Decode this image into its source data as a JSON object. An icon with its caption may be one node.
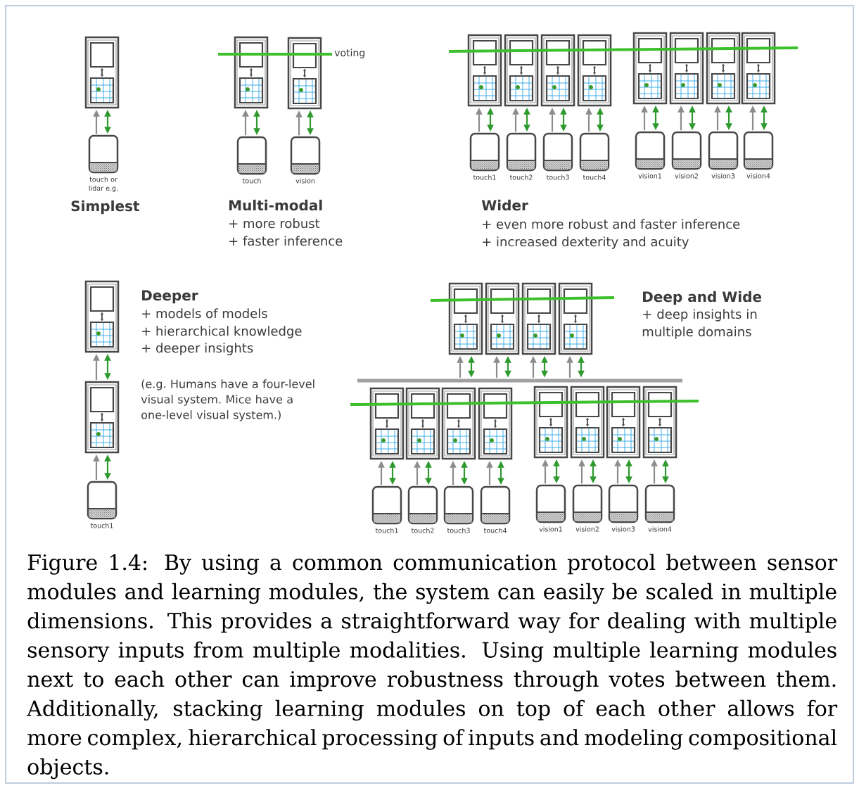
{
  "diagram": {
    "caption": "Figure 1.4: By using a common communication protocol between sensor modules and learning modules, the system can easily be scaled in multiple dimensions. This provides a straightforward way for dealing with multiple sensory inputs from multiple modalities. Using multiple learning modules next to each other can improve robustness through votes between them. Additionally, stacking learning modules on top of each other allows for more complex, hierarchical processing of inputs and modeling compositional objects.",
    "nodes": [
      {
        "text": [],
        "shape": "box"
      },
      {
        "text": [],
        "shape": "box",
        "beside": [
          "touch or lidar e.g."
        ]
      },
      {
        "text": [],
        "shape": "box"
      },
      {
        "text": [],
        "shape": "box"
      },
      {
        "text": [],
        "shape": "box",
        "beside": [
          "touch"
        ]
      },
      {
        "text": [],
        "shape": "box",
        "beside": [
          "vision"
        ]
      },
      {
        "text": [],
        "shape": "box"
      },
      {
        "text": [],
        "shape": "box"
      },
      {
        "text": [],
        "shape": "box"
      },
      {
        "text": [],
        "shape": "box"
      },
      {
        "text": [],
        "shape": "box"
      },
      {
        "text": [],
        "shape": "box"
      },
      {
        "text": [],
        "shape": "box"
      },
      {
        "text": [],
        "shape": "box"
      },
      {
        "text": [],
        "shape": "box",
        "beside": [
          "touch1"
        ]
      },
      {
        "text": [],
        "shape": "box",
        "beside": [
          "touch2"
        ]
      },
      {
        "text": [],
        "shape": "box",
        "beside": [
          "touch3"
        ]
      },
      {
        "text": [],
        "shape": "box",
        "beside": [
          "touch4"
        ]
      },
      {
        "text": [],
        "shape": "box",
        "beside": [
          "vision1"
        ]
      },
      {
        "text": [],
        "shape": "box",
        "beside": [
          "vision2"
        ]
      },
      {
        "text": [],
        "shape": "box",
        "beside": [
          "vision3"
        ]
      },
      {
        "text": [],
        "shape": "box",
        "beside": [
          "vision4"
        ]
      },
      {
        "text": [],
        "shape": "box"
      },
      {
        "text": [],
        "shape": "box"
      },
      {
        "text": [],
        "shape": "box",
        "beside": [
          "touch1"
        ]
      },
      {
        "text": [],
        "shape": "box"
      },
      {
        "text": [],
        "shape": "box"
      },
      {
        "text": [],
        "shape": "box"
      },
      {
        "text": [],
        "shape": "box"
      },
      {
        "text": [],
        "shape": "bar"
      },
      {
        "text": [],
        "shape": "box"
      },
      {
        "text": [],
        "shape": "box"
      },
      {
        "text": [],
        "shape": "box"
      },
      {
        "text": [],
        "shape": "box"
      },
      {
        "text": [],
        "shape": "box"
      },
      {
        "text": [],
        "shape": "box"
      },
      {
        "text": [],
        "shape": "box"
      },
      {
        "text": [],
        "shape": "box"
      },
      {
        "text": [],
        "shape": "box",
        "beside": [
          "touch1"
        ]
      },
      {
        "text": [],
        "shape": "box",
        "beside": [
          "touch2"
        ]
      },
      {
        "text": [],
        "shape": "box",
        "beside": [
          "touch3"
        ]
      },
      {
        "text": [],
        "shape": "box",
        "beside": [
          "touch4"
        ]
      },
      {
        "text": [],
        "shape": "box",
        "beside": [
          "vision1"
        ]
      },
      {
        "text": [],
        "shape": "box",
        "beside": [
          "vision2"
        ]
      },
      {
        "text": [],
        "shape": "box",
        "beside": [
          "vision3"
        ]
      },
      {
        "text": [],
        "shape": "box",
        "beside": [
          "vision4"
        ]
      }
    ],
    "edges": [
      {
        "from": 1,
        "to": 0,
        "arrow": "to"
      },
      {
        "from": 1,
        "to": 0,
        "arrow": "both",
        "color": "#2e9a2e"
      },
      {
        "from": 4,
        "to": 2,
        "arrow": "to"
      },
      {
        "from": 4,
        "to": 2,
        "arrow": "both",
        "color": "#2e9a2e"
      },
      {
        "from": 5,
        "to": 3,
        "arrow": "to"
      },
      {
        "from": 5,
        "to": 3,
        "arrow": "both",
        "color": "#2e9a2e"
      },
      {
        "from": 14,
        "to": 6,
        "arrow": "to"
      },
      {
        "from": 14,
        "to": 6,
        "arrow": "both",
        "color": "#2e9a2e"
      },
      {
        "from": 15,
        "to": 7,
        "arrow": "to"
      },
      {
        "from": 15,
        "to": 7,
        "arrow": "both",
        "color": "#2e9a2e"
      },
      {
        "from": 16,
        "to": 8,
        "arrow": "to"
      },
      {
        "from": 16,
        "to": 8,
        "arrow": "both",
        "color": "#2e9a2e"
      },
      {
        "from": 17,
        "to": 9,
        "arrow": "to"
      },
      {
        "from": 17,
        "to": 9,
        "arrow": "both",
        "color": "#2e9a2e"
      },
      {
        "from": 18,
        "to": 10,
        "arrow": "to"
      },
      {
        "from": 18,
        "to": 10,
        "arrow": "both",
        "color": "#2e9a2e"
      },
      {
        "from": 19,
        "to": 11,
        "arrow": "to"
      },
      {
        "from": 19,
        "to": 11,
        "arrow": "both",
        "color": "#2e9a2e"
      },
      {
        "from": 20,
        "to": 12,
        "arrow": "to"
      },
      {
        "from": 20,
        "to": 12,
        "arrow": "both",
        "color": "#2e9a2e"
      },
      {
        "from": 21,
        "to": 13,
        "arrow": "to"
      },
      {
        "from": 21,
        "to": 13,
        "arrow": "both",
        "color": "#2e9a2e"
      },
      {
        "from": 23,
        "to": 22,
        "arrow": "to"
      },
      {
        "from": 23,
        "to": 22,
        "arrow": "both",
        "color": "#2e9a2e"
      },
      {
        "from": 24,
        "to": 23,
        "arrow": "to"
      },
      {
        "from": 24,
        "to": 23,
        "arrow": "both",
        "color": "#2e9a2e"
      },
      {
        "from": 29,
        "to": 25,
        "arrow": "to"
      },
      {
        "from": 29,
        "to": 25,
        "arrow": "both",
        "color": "#2e9a2e"
      },
      {
        "from": 29,
        "to": 26,
        "arrow": "to"
      },
      {
        "from": 29,
        "to": 26,
        "arrow": "both",
        "color": "#2e9a2e"
      },
      {
        "from": 29,
        "to": 27,
        "arrow": "to"
      },
      {
        "from": 29,
        "to": 27,
        "arrow": "both",
        "color": "#2e9a2e"
      },
      {
        "from": 29,
        "to": 28,
        "arrow": "to"
      },
      {
        "from": 29,
        "to": 28,
        "arrow": "both",
        "color": "#2e9a2e"
      },
      {
        "from": 38,
        "to": 30,
        "arrow": "to"
      },
      {
        "from": 38,
        "to": 30,
        "arrow": "both",
        "color": "#2e9a2e"
      },
      {
        "from": 39,
        "to": 31,
        "arrow": "to"
      },
      {
        "from": 39,
        "to": 31,
        "arrow": "both",
        "color": "#2e9a2e"
      },
      {
        "from": 40,
        "to": 32,
        "arrow": "to"
      },
      {
        "from": 40,
        "to": 32,
        "arrow": "both",
        "color": "#2e9a2e"
      },
      {
        "from": 41,
        "to": 33,
        "arrow": "to"
      },
      {
        "from": 41,
        "to": 33,
        "arrow": "both",
        "color": "#2e9a2e"
      },
      {
        "from": 42,
        "to": 34,
        "arrow": "to"
      },
      {
        "from": 42,
        "to": 34,
        "arrow": "both",
        "color": "#2e9a2e"
      },
      {
        "from": 43,
        "to": 35,
        "arrow": "to"
      },
      {
        "from": 43,
        "to": 35,
        "arrow": "both",
        "color": "#2e9a2e"
      },
      {
        "from": 44,
        "to": 36,
        "arrow": "to"
      },
      {
        "from": 44,
        "to": 36,
        "arrow": "both",
        "color": "#2e9a2e"
      },
      {
        "from": 45,
        "to": 37,
        "arrow": "to"
      },
      {
        "from": 45,
        "to": 37,
        "arrow": "both",
        "color": "#2e9a2e"
      }
    ],
    "labels": [
      "voting",
      "Simplest",
      "Multi-modal",
      "+ more robust",
      "+ faster inference",
      "Wider",
      "+ even more robust and faster inference",
      "+ increased dexterity and acuity",
      "Deeper",
      "+ models of models",
      "+ hierarchical knowledge",
      "+ deeper insights",
      "(e.g. Humans have a four-level visual system. Mice have a one-level visual system.)",
      "Deep and Wide",
      "+ deep insights in multiple domains"
    ]
  }
}
